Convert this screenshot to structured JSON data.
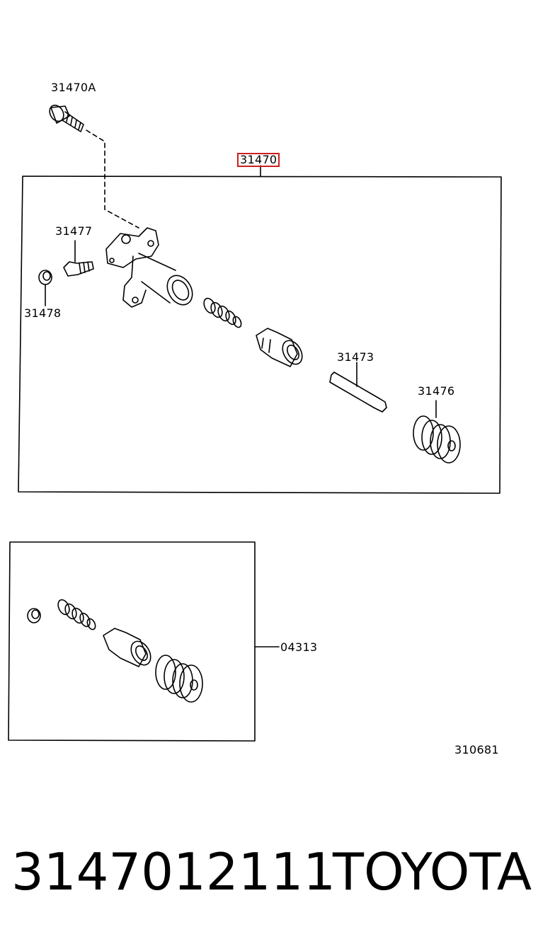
{
  "callouts": {
    "bolt": "31470A",
    "assembly": "31470",
    "bleeder_screw": "31477",
    "bleeder_cap": "31478",
    "push_rod": "31473",
    "boot": "31476",
    "repair_kit": "04313",
    "figure_id": "310681"
  },
  "footer": {
    "part_number": "3147012111",
    "brand": "TOYOTA"
  },
  "colors": {
    "highlight": "#cc1f1f",
    "line": "#000000"
  }
}
